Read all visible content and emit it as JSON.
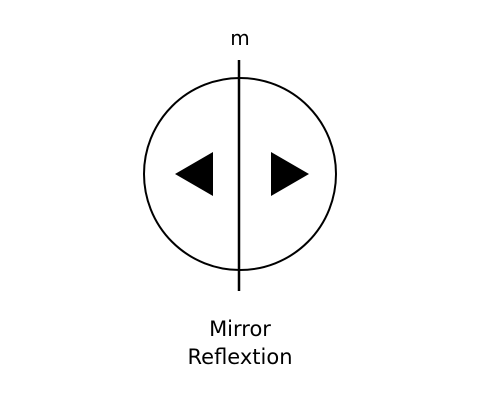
{
  "diagram": {
    "mirror_label": "m",
    "caption_line1": "Mirror",
    "caption_line2": "Reflextion"
  },
  "colors": {
    "stroke": "#000000",
    "background": "#ffffff"
  },
  "icons": {
    "left_shape": "left-pointing-triangle",
    "right_shape": "right-pointing-triangle"
  }
}
